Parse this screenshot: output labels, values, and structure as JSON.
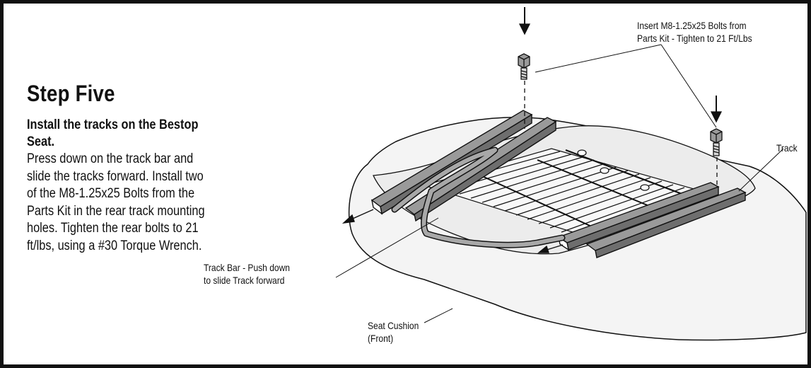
{
  "step": {
    "title": "Step Five",
    "heading": "Install the tracks on the Bestop Seat.",
    "body": "Press down on the track bar and slide the tracks forward. Install two of the M8-1.25x25 Bolts from the Parts Kit in the rear track mounting holes. Tighten the rear bolts to 21 ft/lbs, using a #30 Torque Wrench."
  },
  "callouts": {
    "bolts": [
      "Insert M8-1.25x25 Bolts from",
      "Parts Kit - Tighten to 21 Ft/Lbs"
    ],
    "track": "Track",
    "track_bar": [
      "Track Bar - Push down",
      "to slide Track forward"
    ],
    "seat_cushion": [
      "Seat Cushion",
      "(Front)"
    ]
  },
  "colors": {
    "frame": "#111111",
    "cushion_fill": "#f4f4f4",
    "track_fill": "#9a9a9a",
    "line": "#111111"
  }
}
